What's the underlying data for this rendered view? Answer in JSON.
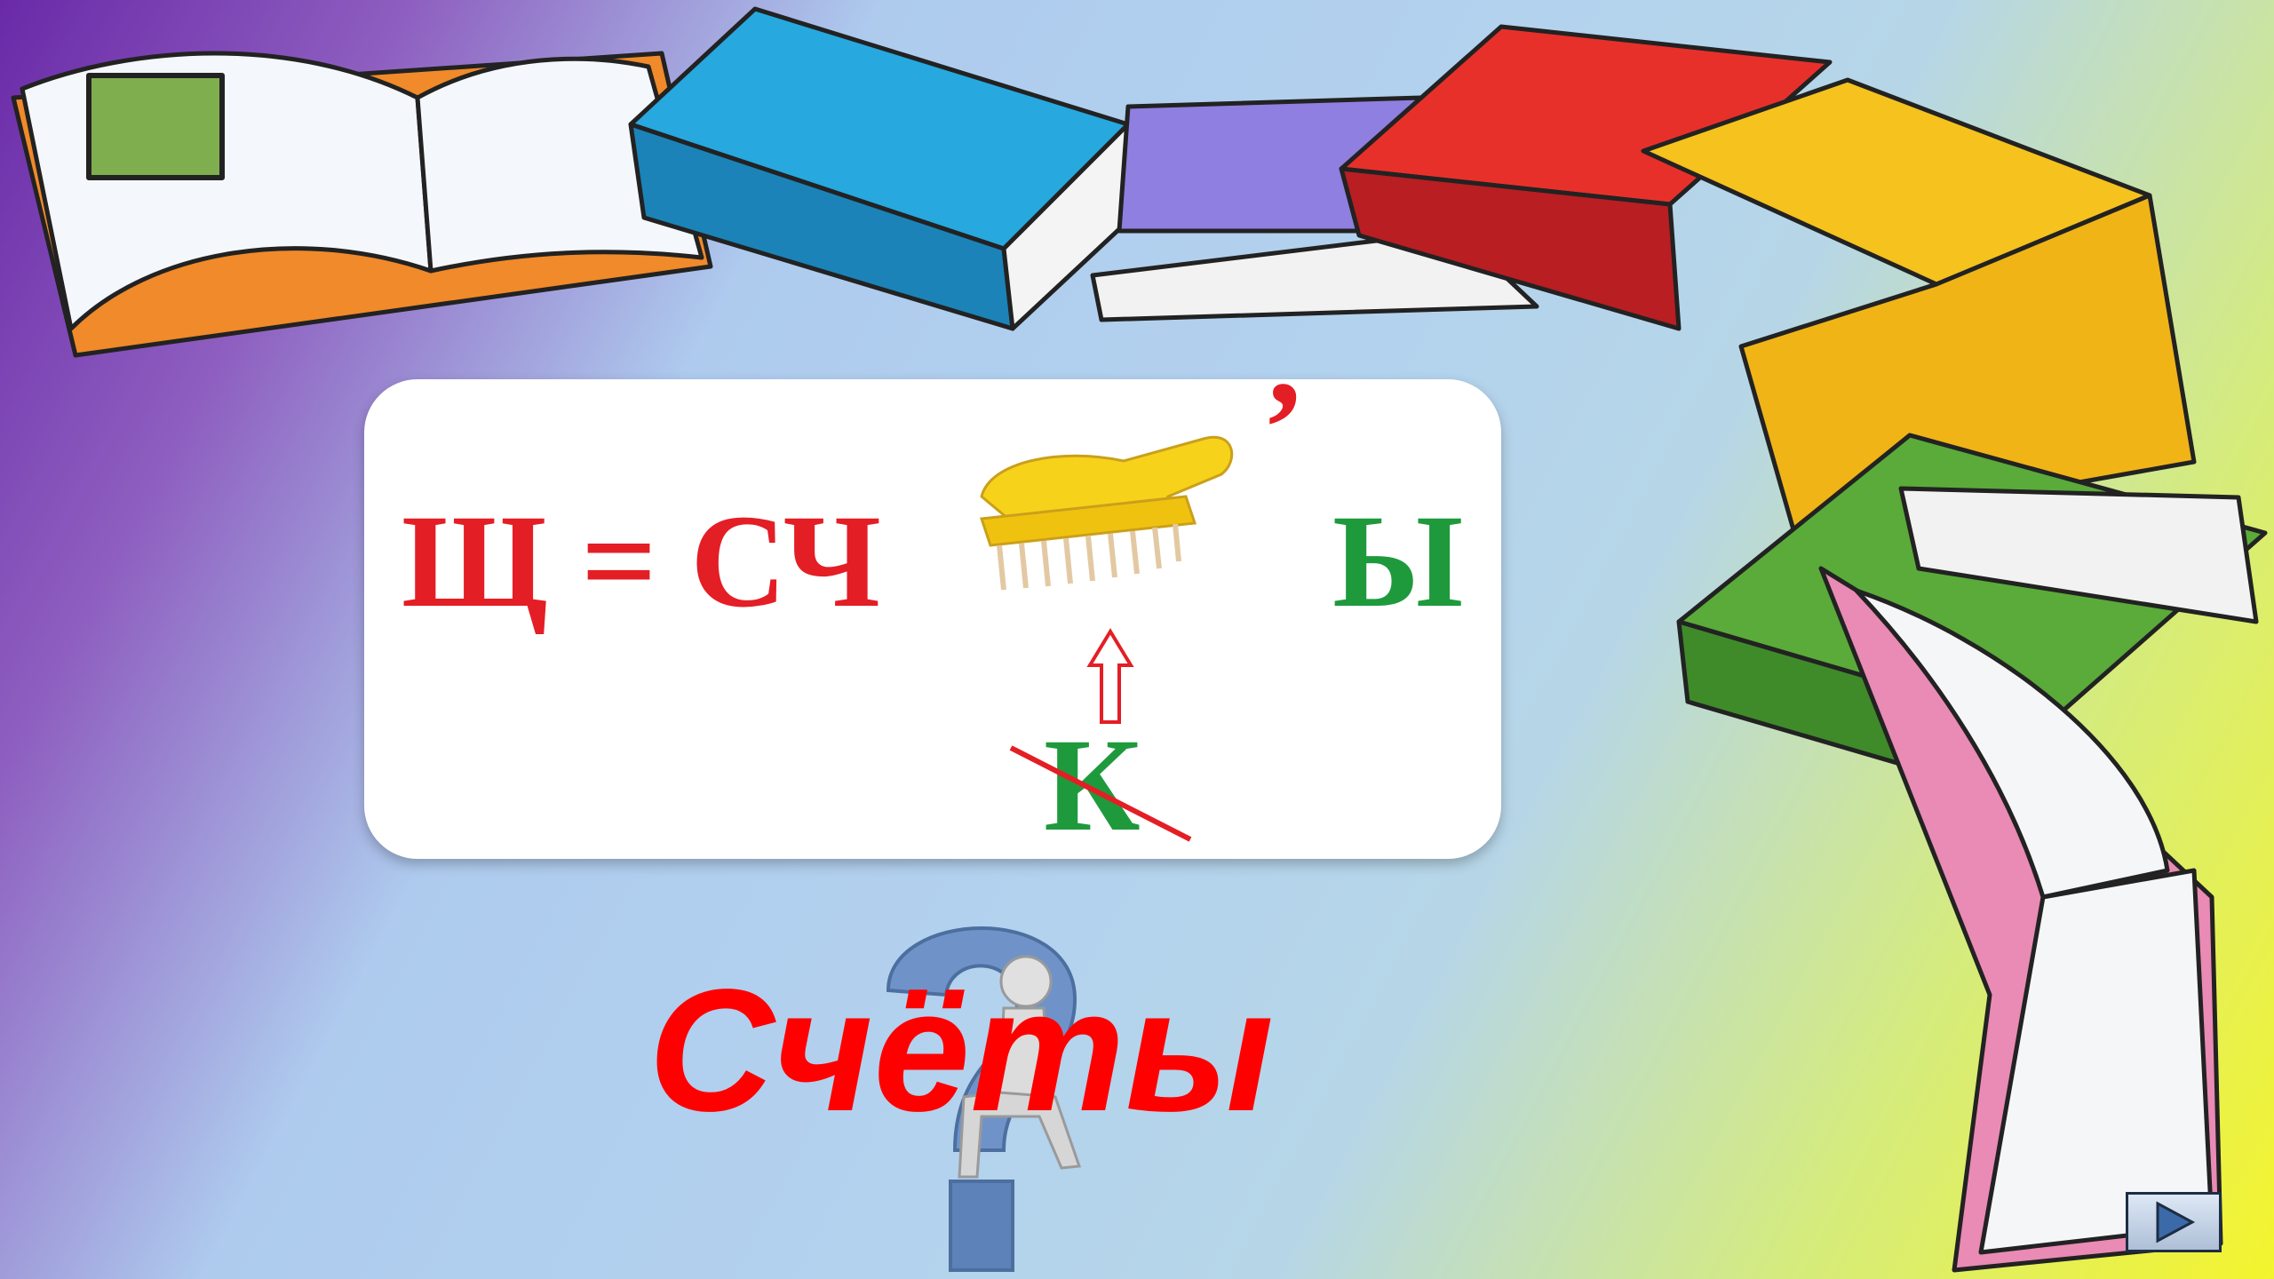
{
  "slide": {
    "rebus": {
      "lhs": "Щ = СЧ",
      "comma": "’",
      "tail": "Ы",
      "removed_letter": "К"
    },
    "answer": "Счёты",
    "next_button_icon": "play-triangle-icon"
  },
  "colors": {
    "red": "#e41e25",
    "green": "#1e9a3c",
    "answer_red": "#ff0000"
  }
}
